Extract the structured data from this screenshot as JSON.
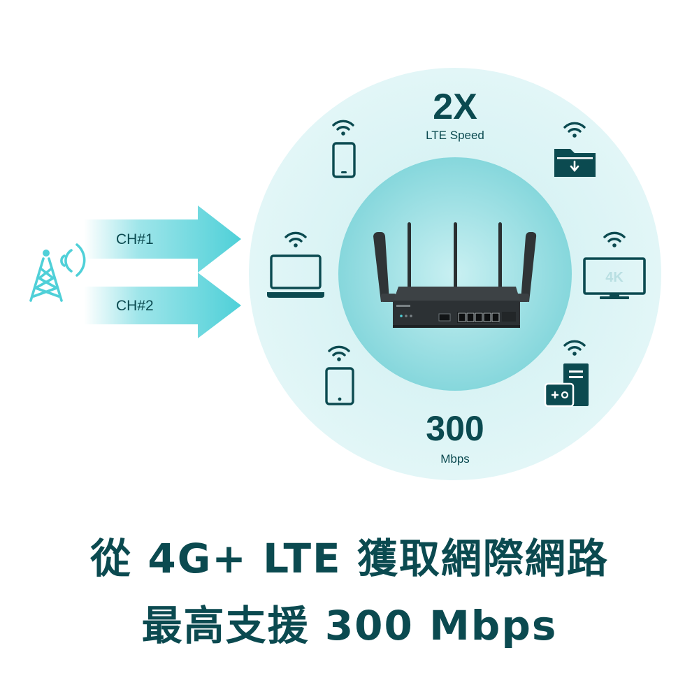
{
  "channels": [
    {
      "label": "CH#1"
    },
    {
      "label": "CH#2"
    }
  ],
  "stat_top": {
    "value": "2X",
    "label": "LTE Speed"
  },
  "stat_bottom": {
    "value": "300",
    "label": "Mbps"
  },
  "tv_badge": "4K",
  "headline": {
    "line1": "從 4G+ LTE 獲取網際網路",
    "line2": "最高支援 300 Mbps"
  },
  "colors": {
    "accent": "#4fd0d8",
    "dark_teal": "#0b4a50",
    "outer_circle": "#dff4f5",
    "inner_circle": "#a8e3e6"
  },
  "icons": [
    "cell-tower-icon",
    "smartphone-icon",
    "folder-download-icon",
    "laptop-icon",
    "tv-4k-icon",
    "tablet-icon",
    "game-pc-icon",
    "wifi-icon",
    "router-image"
  ]
}
